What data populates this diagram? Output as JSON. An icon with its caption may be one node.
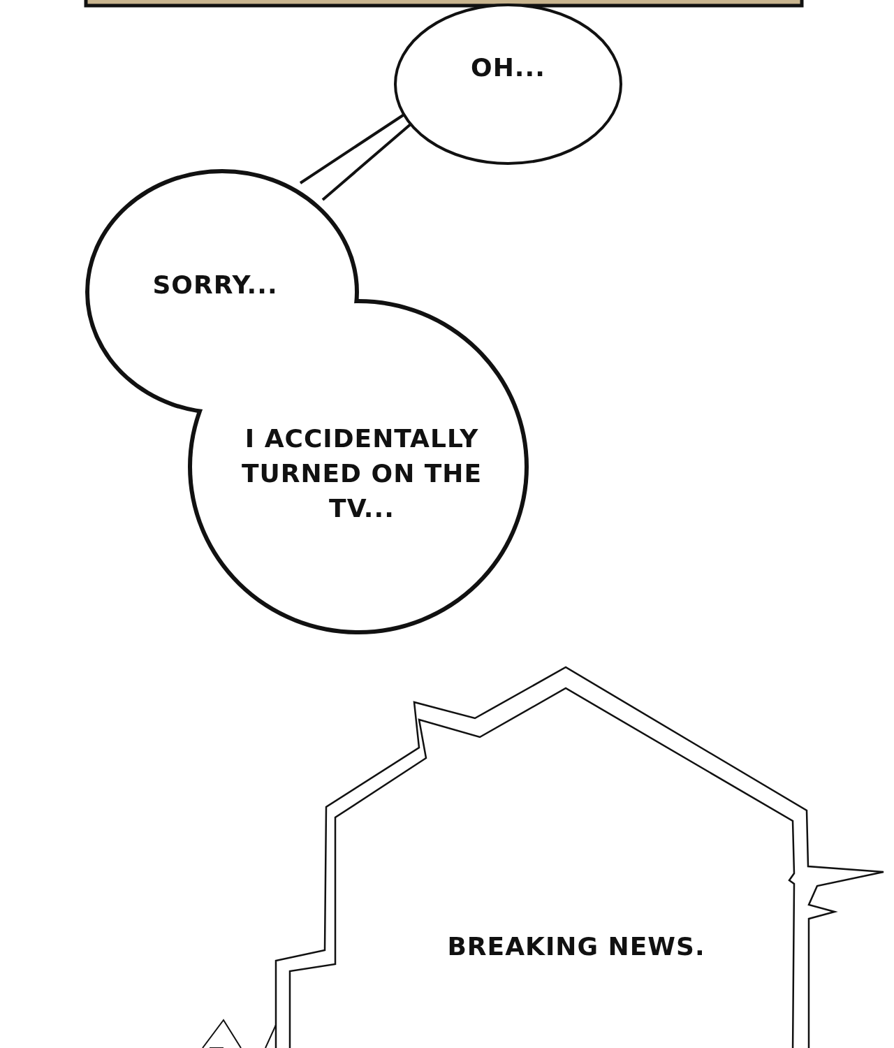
{
  "diagram": {
    "nodes": [
      {
        "text": [
          "OH..."
        ]
      },
      {
        "text": [
          "SORRY...",
          "I ACCIDENTALLY TURNED ON THE TV..."
        ]
      },
      {
        "text": [
          "BREAKING NEWS."
        ]
      }
    ],
    "edges": [
      {
        "from": 0,
        "to": 1,
        "arrow": "none"
      }
    ]
  }
}
